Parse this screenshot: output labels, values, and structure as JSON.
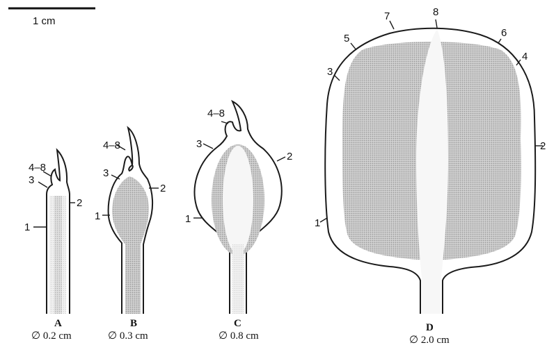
{
  "scale_bar": {
    "label": "1 cm"
  },
  "colors": {
    "outline": "#1a1a1a",
    "tissue_dark": "#b9b9b9",
    "tissue_light": "#e6e6e6"
  },
  "stages": [
    {
      "letter": "A",
      "diameter": "∅ 0.2 cm",
      "labels": [
        "4–8",
        "3",
        "2",
        "1"
      ]
    },
    {
      "letter": "B",
      "diameter": "∅ 0.3 cm",
      "labels": [
        "4–8",
        "3",
        "2",
        "1"
      ]
    },
    {
      "letter": "C",
      "diameter": "∅ 0.8 cm",
      "labels": [
        "4–8",
        "3",
        "2",
        "1"
      ]
    },
    {
      "letter": "D",
      "diameter": "∅ 2.0 cm",
      "labels": [
        "8",
        "7",
        "6",
        "5",
        "4",
        "3",
        "2",
        "1"
      ]
    }
  ]
}
